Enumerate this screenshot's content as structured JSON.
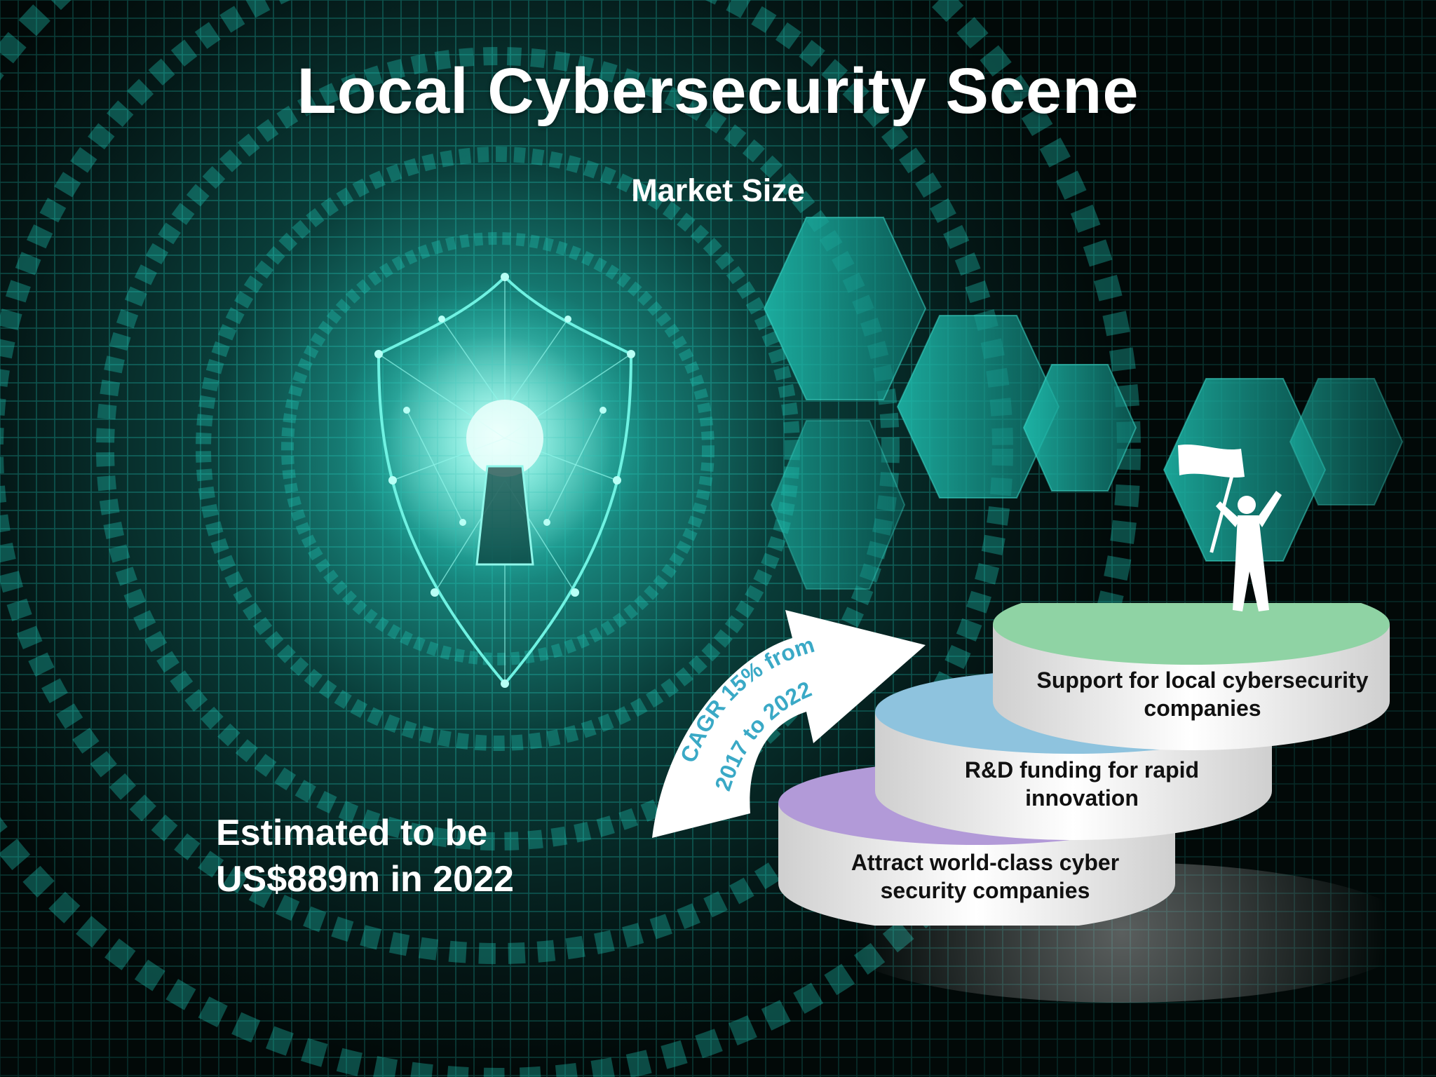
{
  "title": "Local Cybersecurity Scene",
  "subtitle": "Market Size",
  "estimate": {
    "line1": "Estimated to be",
    "line2": "US$889m in 2022"
  },
  "growth_arrow": {
    "line1": "CAGR 15% from",
    "line2": "2017 to 2022"
  },
  "steps": [
    {
      "label_line1": "Attract world-class cyber",
      "label_line2": "security companies",
      "top_color": "#b29ad8"
    },
    {
      "label_line1": "R&D funding for rapid",
      "label_line2": "innovation",
      "top_color": "#8ec3de"
    },
    {
      "label_line1": "Support for local cybersecurity",
      "label_line2": "companies",
      "top_color": "#8fd3a4"
    }
  ],
  "colors": {
    "accent": "#1fc9b8",
    "arrow_text": "#3aa9c6"
  },
  "icons": [
    "shield-lock-icon",
    "flag-person-icon",
    "hexagon-pattern"
  ]
}
